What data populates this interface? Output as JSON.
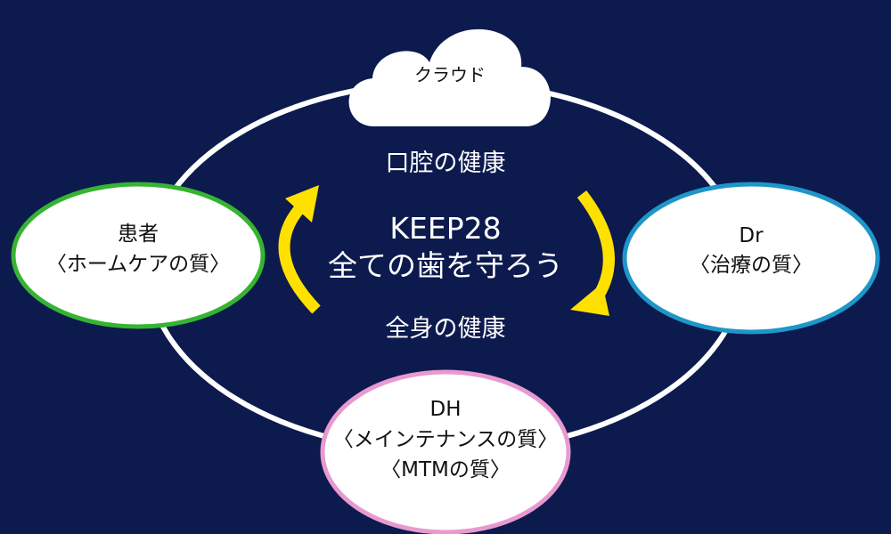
{
  "colors": {
    "background": "#0c1a4e",
    "ring": "#ffffff",
    "arrow": "#ffe100",
    "patient_border": "#35b431",
    "dr_border": "#1e96c8",
    "dh_border": "#e89ad0"
  },
  "cloud": {
    "label": "クラウド"
  },
  "center": {
    "top": "口腔の健康",
    "main_line1": "KEEP28",
    "main_line2": "全ての歯を守ろう",
    "bottom": "全身の健康"
  },
  "nodes": {
    "patient": {
      "line1": "患者",
      "line2": "〈ホームケアの質〉"
    },
    "dr": {
      "line1": "Dr",
      "line2": "〈治療の質〉"
    },
    "dh": {
      "line1": "DH",
      "line2": "〈メインテナンスの質〉",
      "line3": "〈MTMの質〉"
    }
  },
  "icons": {
    "cloud": "cloud-icon",
    "arrow_left": "curved-arrow-up-icon",
    "arrow_right": "curved-arrow-down-icon"
  }
}
